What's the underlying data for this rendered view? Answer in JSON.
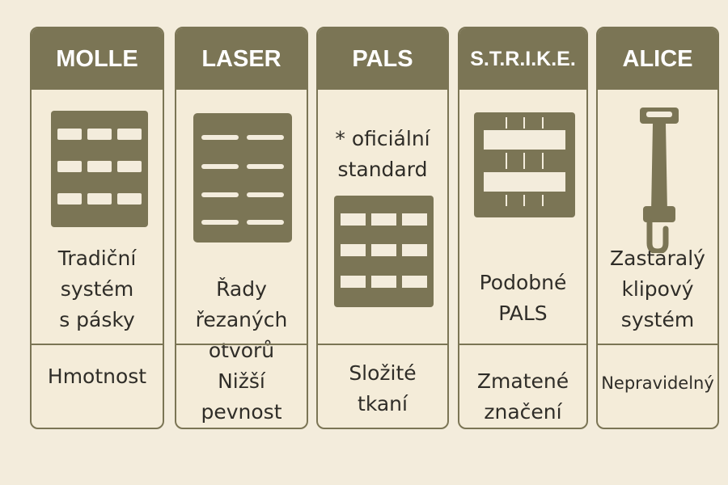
{
  "cards": [
    {
      "title": "MOLLE",
      "description": [
        "Tradiční",
        "systém",
        "s pásky"
      ],
      "drawback": [
        "Hmotnost"
      ],
      "icon": "molle-webbing-grid-icon"
    },
    {
      "title": "LASER",
      "description": [
        "Řady",
        "řezaných",
        "otvorů"
      ],
      "drawback": [
        "Nižší",
        "pevnost"
      ],
      "icon": "laser-cut-panel-icon"
    },
    {
      "title": "PALS",
      "note": [
        "* oficiální",
        "standard"
      ],
      "drawback": [
        "Složité",
        "tkaní"
      ],
      "icon": "pals-grid-icon"
    },
    {
      "title": "S.T.R.I.K.E.",
      "description": [
        "Podobné",
        "PALS"
      ],
      "drawback": [
        "Zmatené",
        "značení"
      ],
      "icon": "strike-strap-panel-icon"
    },
    {
      "title": "ALICE",
      "description": [
        "Zastaralý",
        "klipový",
        "systém"
      ],
      "drawback": [
        "Nepravidelný"
      ],
      "icon": "alice-clip-icon"
    }
  ],
  "colors": {
    "olive": "#7b7555",
    "background": "#f3ecdc",
    "text": "#2f2d28"
  }
}
